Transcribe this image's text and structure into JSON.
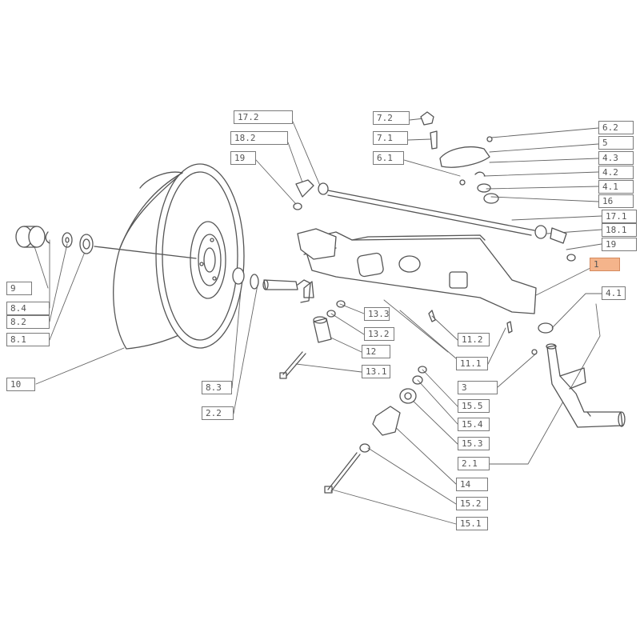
{
  "diagram": {
    "highlight_color": "#f4b48b",
    "line_color": "#555555",
    "callouts": [
      {
        "id": "17-2",
        "label": "17.2"
      },
      {
        "id": "18-2",
        "label": "18.2"
      },
      {
        "id": "19-left",
        "label": "19"
      },
      {
        "id": "7-2",
        "label": "7.2"
      },
      {
        "id": "7-1",
        "label": "7.1"
      },
      {
        "id": "6-1",
        "label": "6.1"
      },
      {
        "id": "6-2",
        "label": "6.2"
      },
      {
        "id": "5",
        "label": "5"
      },
      {
        "id": "4-3",
        "label": "4.3"
      },
      {
        "id": "4-2",
        "label": "4.2"
      },
      {
        "id": "4-1-upper",
        "label": "4.1"
      },
      {
        "id": "16",
        "label": "16"
      },
      {
        "id": "17-1",
        "label": "17.1"
      },
      {
        "id": "18-1",
        "label": "18.1"
      },
      {
        "id": "19-right",
        "label": "19"
      },
      {
        "id": "1",
        "label": "1"
      },
      {
        "id": "4-1-lower",
        "label": "4.1"
      },
      {
        "id": "9",
        "label": "9"
      },
      {
        "id": "8-4",
        "label": "8.4"
      },
      {
        "id": "8-2",
        "label": "8.2"
      },
      {
        "id": "8-1",
        "label": "8.1"
      },
      {
        "id": "10",
        "label": "10"
      },
      {
        "id": "13-3",
        "label": "13.3"
      },
      {
        "id": "13-2",
        "label": "13.2"
      },
      {
        "id": "12",
        "label": "12"
      },
      {
        "id": "13-1",
        "label": "13.1"
      },
      {
        "id": "11-2",
        "label": "11.2"
      },
      {
        "id": "11-1",
        "label": "11.1"
      },
      {
        "id": "8-3",
        "label": "8.3"
      },
      {
        "id": "2-2",
        "label": "2.2"
      },
      {
        "id": "3",
        "label": "3"
      },
      {
        "id": "15-5",
        "label": "15.5"
      },
      {
        "id": "15-4",
        "label": "15.4"
      },
      {
        "id": "15-3",
        "label": "15.3"
      },
      {
        "id": "2-1",
        "label": "2.1"
      },
      {
        "id": "14",
        "label": "14"
      },
      {
        "id": "15-2",
        "label": "15.2"
      },
      {
        "id": "15-1",
        "label": "15.1"
      }
    ]
  }
}
